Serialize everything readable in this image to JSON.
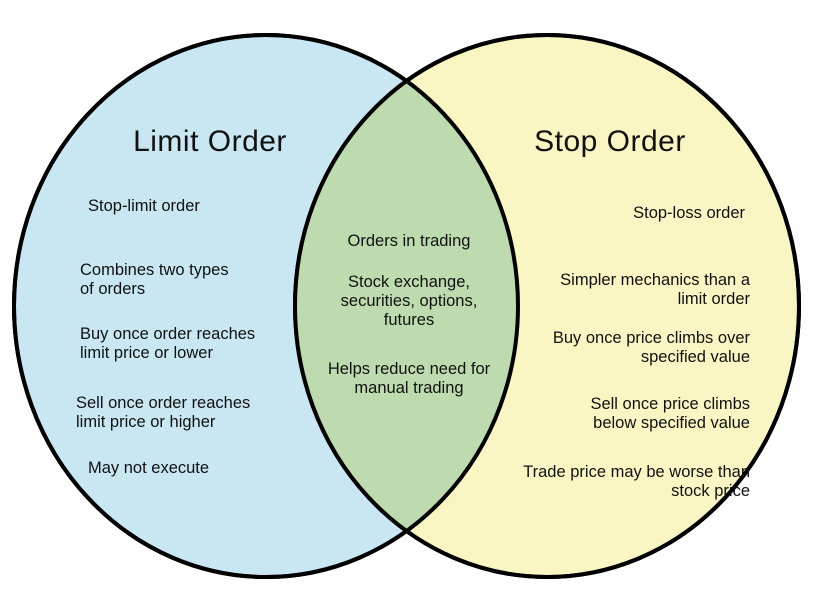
{
  "venn": {
    "left": {
      "title": "Limit Order",
      "items": [
        "Stop-limit order",
        "Combines two types\nof orders",
        "Buy once order reaches\nlimit price or lower",
        "Sell once order reaches\nlimit price or higher",
        "May not execute"
      ]
    },
    "overlap": {
      "items": [
        "Orders in trading",
        "Stock exchange,\nsecurities, options,\nfutures",
        "Helps reduce need for\nmanual trading"
      ]
    },
    "right": {
      "title": "Stop Order",
      "items": [
        "Stop-loss order",
        "Simpler mechanics than a\nlimit order",
        "Buy once price climbs over\nspecified value",
        "Sell once price climbs\nbelow specified value",
        "Trade price may be worse than\nstock price"
      ]
    },
    "colors": {
      "left_circle_fill": "#c9e7f2",
      "right_circle_fill": "#faf6c3",
      "overlap_fill": "#bddbae",
      "outline": "#000000",
      "text": "#111111",
      "background": "#ffffff"
    }
  }
}
